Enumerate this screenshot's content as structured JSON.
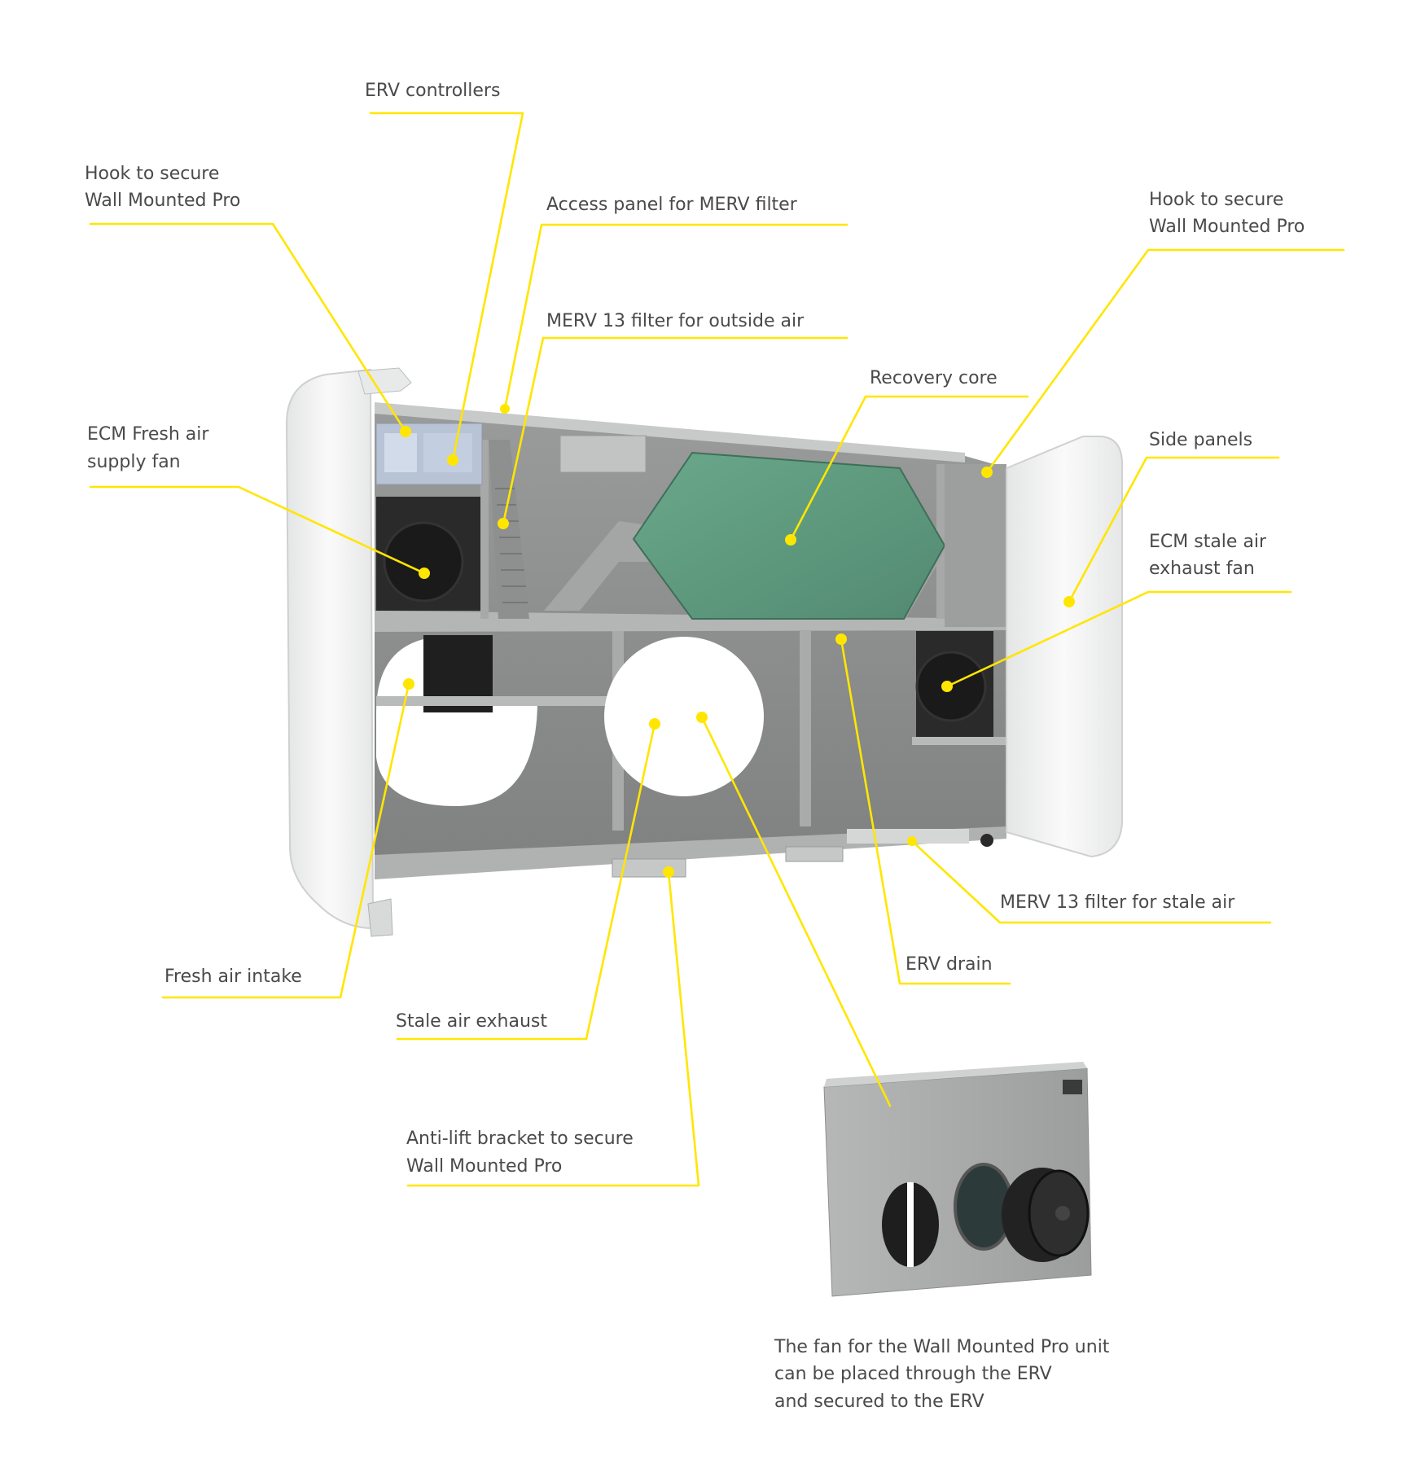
{
  "colors": {
    "leader": "#ffe600",
    "label_text": "#4a4a4a",
    "recovery_core": "#5e9c80",
    "housing": "#8f9090",
    "side_panel": "#f1f2f2",
    "fan": "#1e1e1e"
  },
  "labels": {
    "erv_controllers": "ERV controllers",
    "hook_left_1": "Hook to secure",
    "hook_left_2": "Wall Mounted Pro",
    "access_panel": "Access panel for MERV filter",
    "hook_right_1": "Hook to secure",
    "hook_right_2": "Wall Mounted Pro",
    "merv13_outside": "MERV 13 filter for outside air",
    "recovery_core": "Recovery core",
    "ecm_fresh_1": "ECM Fresh air",
    "ecm_fresh_2": "supply fan",
    "side_panels": "Side panels",
    "ecm_stale_1": "ECM stale air",
    "ecm_stale_2": "exhaust fan",
    "merv13_stale": "MERV 13 filter for stale air",
    "erv_drain": "ERV drain",
    "fresh_air_intake": "Fresh air intake",
    "stale_air_exhaust": "Stale air exhaust",
    "anti_lift_1": "Anti-lift bracket to secure",
    "anti_lift_2": "Wall Mounted Pro",
    "fan_note_1": "The fan for the Wall Mounted Pro unit",
    "fan_note_2": "can be placed through the ERV",
    "fan_note_3": "and secured to the ERV"
  }
}
